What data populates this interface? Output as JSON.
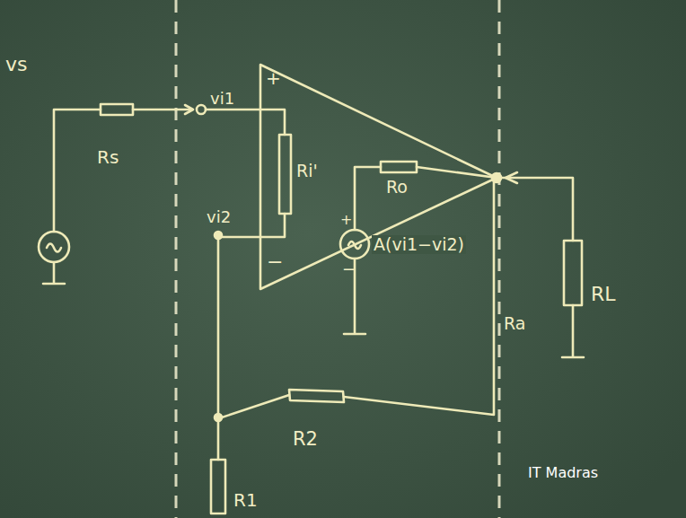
{
  "diagram": {
    "labels": [
      "vs",
      "Rs",
      "vi1",
      "vi2",
      "+",
      "−",
      "Ri'",
      "Ro",
      "+",
      "−",
      "A(vi1−vi2)",
      "Ra",
      "RL",
      "R2",
      "R1",
      "IT Madras"
    ]
  }
}
